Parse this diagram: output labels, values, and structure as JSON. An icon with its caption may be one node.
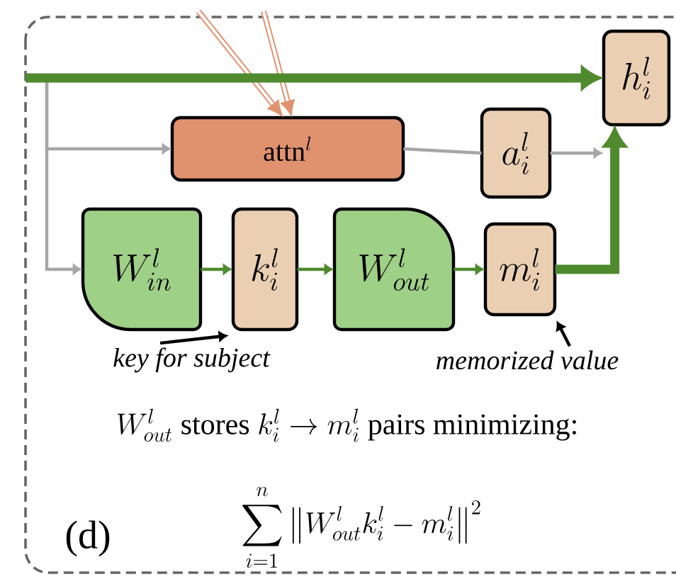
{
  "diagram": {
    "nodes": [
      {
        "text": [
          "\\mathrm{attn}^l"
        ]
      },
      {
        "text": [
          "a^l_i"
        ]
      },
      {
        "text": [
          "h^l_i"
        ]
      },
      {
        "text": [
          "W^l_{in}"
        ]
      },
      {
        "text": [
          "k^l_i"
        ]
      },
      {
        "text": [
          "W^l_{out}"
        ]
      },
      {
        "text": [
          "m^l_i"
        ]
      },
      {
        "text": [
          "key for subject"
        ]
      },
      {
        "text": [
          "memorized value"
        ]
      }
    ],
    "edges": [
      {
        "from": null,
        "to": 0,
        "arrow": "to",
        "style": "thick",
        "color": "#e0926f"
      },
      {
        "from": null,
        "to": 0,
        "arrow": "to",
        "style": "thick",
        "color": "#e0926f"
      },
      {
        "from": null,
        "to": 0,
        "arrow": "to",
        "color": "#a6a6a6"
      },
      {
        "from": null,
        "to": 3,
        "arrow": "to",
        "color": "#a6a6a6"
      },
      {
        "from": null,
        "to": 2,
        "arrow": "to",
        "style": "thick"
      },
      {
        "from": 0,
        "to": 1,
        "arrow": "none",
        "color": "#a6a6a6"
      },
      {
        "from": 1,
        "to": 2,
        "arrow": "to",
        "color": "#a6a6a6"
      },
      {
        "from": 3,
        "to": 4,
        "arrow": "to"
      },
      {
        "from": 4,
        "to": 5,
        "arrow": "to"
      },
      {
        "from": 5,
        "to": 6,
        "arrow": "to"
      },
      {
        "from": 6,
        "to": 2,
        "arrow": "to",
        "style": "thick"
      },
      {
        "from": 7,
        "to": 4,
        "arrow": "to",
        "color": "#000000"
      },
      {
        "from": 8,
        "to": 6,
        "arrow": "to",
        "color": "#000000"
      }
    ],
    "labels": [
      "W^l_{out}\\text{ stores }k^l_i \\to m^l_i\\text{ pairs minimizing:}",
      "(d)",
      "\\sum_{i=1}^{n}\\left\\|W^l_{out}k^l_i-m^l_i\\right\\|^2"
    ]
  }
}
